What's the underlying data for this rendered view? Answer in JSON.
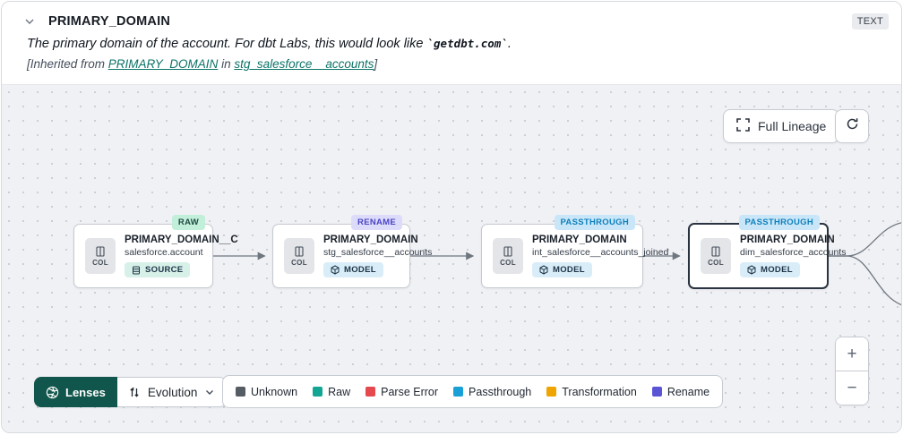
{
  "header": {
    "title": "PRIMARY_DOMAIN",
    "type_badge": "TEXT",
    "description_prefix": "The primary domain of the account. For dbt Labs, this would look like ",
    "description_code": "`getdbt.com`",
    "description_suffix": ".",
    "inherited": {
      "prefix": "[Inherited from ",
      "column_link": "PRIMARY_DOMAIN",
      "middle": " in ",
      "model_link": "stg_salesforce__accounts",
      "suffix": "]"
    }
  },
  "toolbar": {
    "full_lineage_label": "Full Lineage"
  },
  "nodes": [
    {
      "chip": "COL",
      "title": "PRIMARY_DOMAIN__C",
      "subtitle": "salesforce.account",
      "resource_label": "SOURCE",
      "status": "RAW"
    },
    {
      "chip": "COL",
      "title": "PRIMARY_DOMAIN",
      "subtitle": "stg_salesforce__accounts",
      "resource_label": "MODEL",
      "status": "RENAME"
    },
    {
      "chip": "COL",
      "title": "PRIMARY_DOMAIN",
      "subtitle": "int_salesforce__accounts_joined",
      "resource_label": "MODEL",
      "status": "PASSTHROUGH"
    },
    {
      "chip": "COL",
      "title": "PRIMARY_DOMAIN",
      "subtitle": "dim_salesforce_accounts",
      "resource_label": "MODEL",
      "status": "PASSTHROUGH"
    }
  ],
  "footer": {
    "lenses_label": "Lenses",
    "lens_selected": "Evolution",
    "legend": [
      {
        "label": "Unknown",
        "color": "#565c63"
      },
      {
        "label": "Raw",
        "color": "#12a594"
      },
      {
        "label": "Parse Error",
        "color": "#e5484d"
      },
      {
        "label": "Passthrough",
        "color": "#18a0d7"
      },
      {
        "label": "Transformation",
        "color": "#f0a400"
      },
      {
        "label": "Rename",
        "color": "#5b55d6"
      }
    ]
  },
  "zoom_controls": {
    "zoom_in": "+",
    "zoom_out": "−"
  }
}
